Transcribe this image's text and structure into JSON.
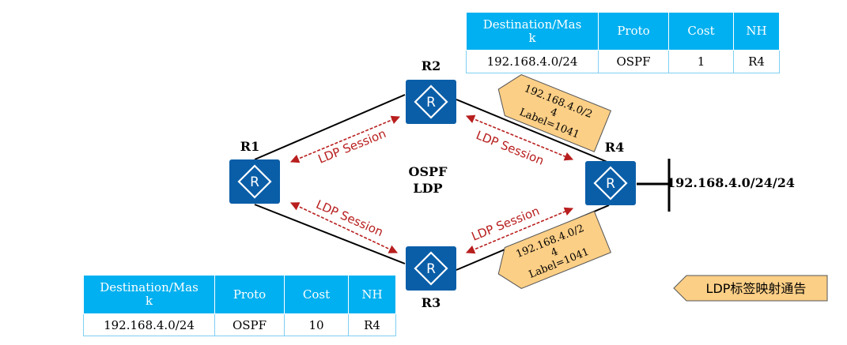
{
  "routers": [
    {
      "name": "R1"
    },
    {
      "name": "R2"
    },
    {
      "name": "R3"
    },
    {
      "name": "R4"
    }
  ],
  "center_labels": [
    "OSPF",
    "LDP"
  ],
  "sessions": [
    "LDP Session",
    "LDP Session",
    "LDP Session",
    "LDP Session"
  ],
  "network_label": "192.168.4.0/24/24",
  "label_mapping_top": [
    "192.168.4.0/2",
    "4",
    "Label=1041"
  ],
  "label_mapping_bottom": [
    "192.168.4.0/2",
    "4",
    "Label=1041"
  ],
  "legend": "LDP标签映射通告",
  "table_r2": {
    "headers": [
      "Destination/Mas\nk",
      "Proto",
      "Cost",
      "NH"
    ],
    "row": [
      "192.168.4.0/24",
      "OSPF",
      "1",
      "R4"
    ]
  },
  "table_r3": {
    "headers": [
      "Destination/Mas\nk",
      "Proto",
      "Cost",
      "NH"
    ],
    "row": [
      "192.168.4.0/24",
      "OSPF",
      "10",
      "R4"
    ]
  },
  "colors": {
    "router_fill": "#0a5ea8",
    "table_header": "#00b0f0",
    "session_arrow": "#b81e1e",
    "label_flag": "#fccf86"
  }
}
